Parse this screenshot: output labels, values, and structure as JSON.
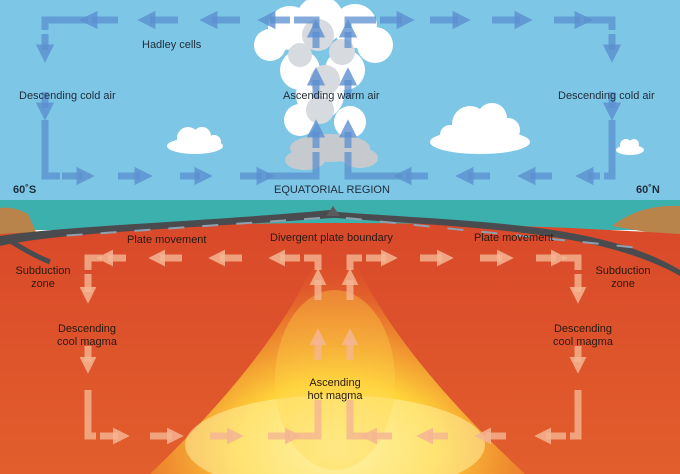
{
  "atmosphere": {
    "hadley_cells": "Hadley cells",
    "descending_cold_air_left": "Descending cold air",
    "ascending_warm_air": "Ascending warm air",
    "descending_cold_air_right": "Descending cold air",
    "lat_south": "60˚S",
    "equatorial_region": "EQUATORIAL REGION",
    "lat_north": "60˚N"
  },
  "crust": {
    "plate_movement_left": "Plate movement",
    "divergent_boundary": "Divergent plate boundary",
    "plate_movement_right": "Plate movement"
  },
  "mantle": {
    "subduction_left_line1": "Subduction",
    "subduction_left_line2": "zone",
    "subduction_right_line1": "Subduction",
    "subduction_right_line2": "zone",
    "descending_left_line1": "Descending",
    "descending_left_line2": "cool magma",
    "descending_right_line1": "Descending",
    "descending_right_line2": "cool magma",
    "ascending_line1": "Ascending",
    "ascending_line2": "hot magma"
  },
  "colors": {
    "sky": "#7ec6e6",
    "ocean": "#3cb0ad",
    "plate": "#4a4b4e",
    "mantle": "#e0522a",
    "magma_hot": "#ffe680",
    "air_arrow": "#5b8fcf",
    "magma_arrow": "#f3b08e",
    "cloud": "#ffffff"
  }
}
